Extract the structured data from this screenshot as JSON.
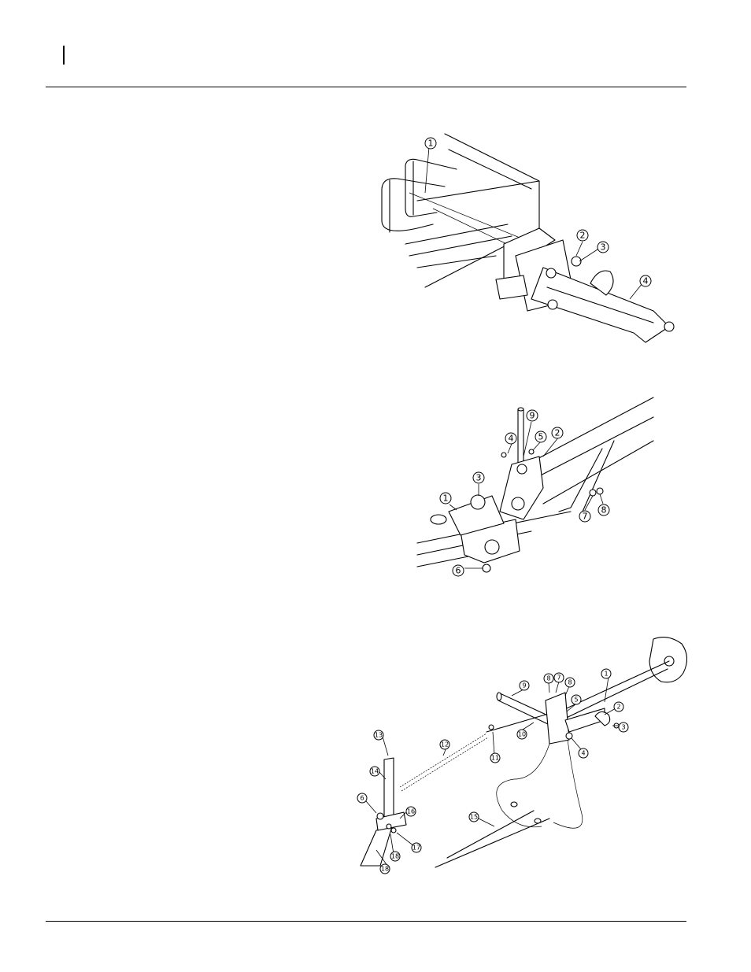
{
  "header": {
    "text": ""
  },
  "figures": [
    {
      "id": "figure-1",
      "callouts": [
        "1",
        "2",
        "3",
        "4"
      ]
    },
    {
      "id": "figure-2",
      "callouts": [
        "1",
        "2",
        "3",
        "4",
        "5",
        "6",
        "7",
        "8",
        "9"
      ]
    },
    {
      "id": "figure-3",
      "callouts": [
        "1",
        "2",
        "3",
        "4",
        "5",
        "6",
        "7",
        "8",
        "9",
        "10",
        "11",
        "12",
        "13",
        "14",
        "15",
        "16",
        "17",
        "18"
      ]
    }
  ],
  "footer": {
    "text": ""
  }
}
